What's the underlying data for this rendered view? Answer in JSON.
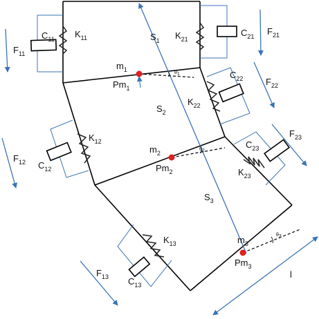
{
  "colors": {
    "frame": "#000000",
    "blue": "#3b73b5",
    "accent": "#e02020",
    "spring": "#222222"
  },
  "masses": {
    "m1": {
      "base": "m",
      "sub": "1"
    },
    "m2": {
      "base": "m",
      "sub": "2"
    },
    "m3": {
      "base": "m",
      "sub": "3"
    }
  },
  "points": {
    "pm1": {
      "base": "Pm",
      "sub": "1"
    },
    "pm2": {
      "base": "Pm",
      "sub": "2"
    },
    "pm3": {
      "base": "Pm",
      "sub": "3"
    }
  },
  "segments": {
    "s1": {
      "base": "S",
      "sub": "1"
    },
    "s2": {
      "base": "S",
      "sub": "2"
    },
    "s3": {
      "base": "S",
      "sub": "3"
    }
  },
  "springs": {
    "k11": {
      "base": "K",
      "sub": "11"
    },
    "k21": {
      "base": "K",
      "sub": "21"
    },
    "k22": {
      "base": "K",
      "sub": "22"
    },
    "k12": {
      "base": "K",
      "sub": "12"
    },
    "k23": {
      "base": "K",
      "sub": "23"
    },
    "k13": {
      "base": "K",
      "sub": "13"
    }
  },
  "dampers": {
    "c11": {
      "base": "C",
      "sub": "11"
    },
    "c21": {
      "base": "C",
      "sub": "21"
    },
    "c22": {
      "base": "C",
      "sub": "22"
    },
    "c12": {
      "base": "C",
      "sub": "12"
    },
    "c23": {
      "base": "C",
      "sub": "23"
    },
    "c13": {
      "base": "C",
      "sub": "13"
    }
  },
  "forces": {
    "f11": {
      "base": "F",
      "sub": "11"
    },
    "f21": {
      "base": "F",
      "sub": "21"
    },
    "f22": {
      "base": "F",
      "sub": "22"
    },
    "f12": {
      "base": "F",
      "sub": "12"
    },
    "f23": {
      "base": "F",
      "sub": "23"
    },
    "f13": {
      "base": "F",
      "sub": "13"
    }
  },
  "angles": {
    "theta1": {
      "base": "θ",
      "sub": "1"
    },
    "theta2": {
      "base": "θ",
      "sub": "2"
    },
    "theta3": {
      "base": "θ",
      "sub": "3"
    }
  },
  "length_label": "l"
}
